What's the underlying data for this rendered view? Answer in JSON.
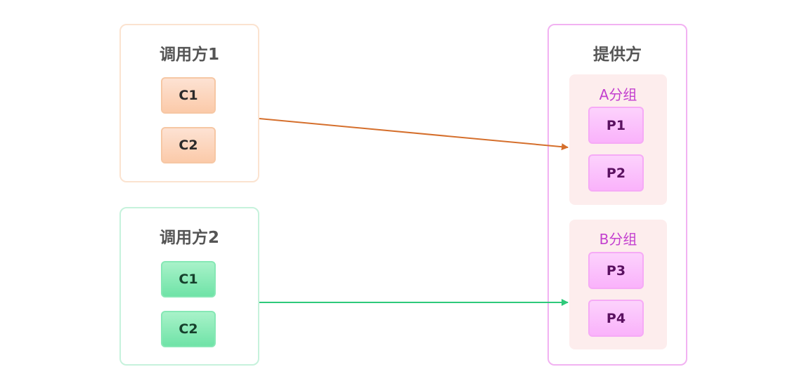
{
  "callers": [
    {
      "title": "调用方1",
      "nodes": [
        "C1",
        "C2"
      ]
    },
    {
      "title": "调用方2",
      "nodes": [
        "C1",
        "C2"
      ]
    }
  ],
  "provider": {
    "title": "提供方",
    "groups": [
      {
        "title": "A分组",
        "nodes": [
          "P1",
          "P2"
        ]
      },
      {
        "title": "B分组",
        "nodes": [
          "P3",
          "P4"
        ]
      }
    ]
  },
  "colors": {
    "caller1_arrow": "#d56f2c",
    "caller2_arrow": "#2ec97a"
  }
}
